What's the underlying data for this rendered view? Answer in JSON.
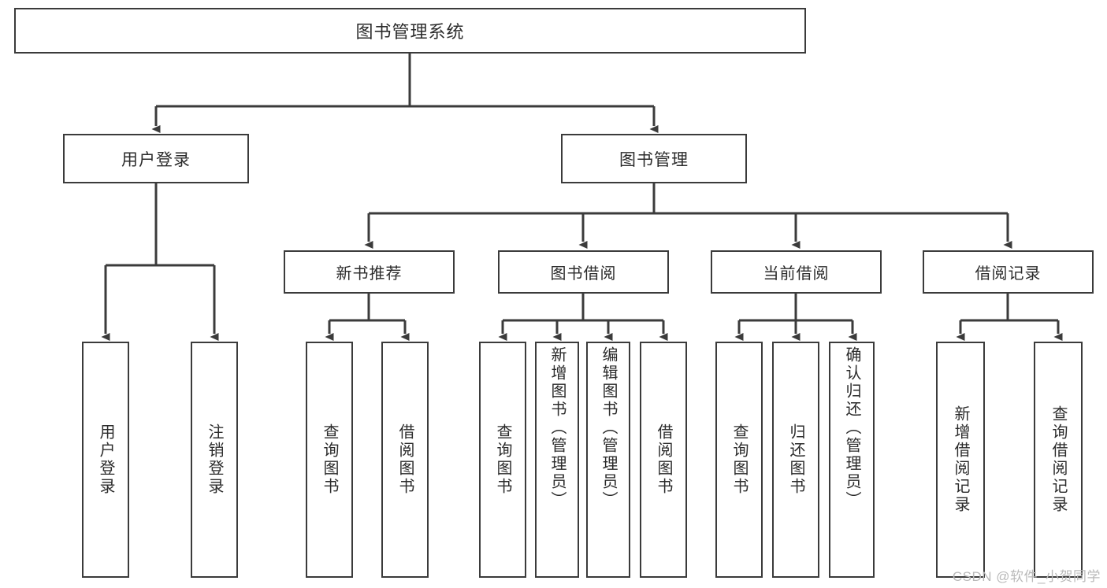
{
  "diagram": {
    "title": "图书管理系统",
    "type": "tree-hierarchy-diagram",
    "watermark": "CSDN @软件_小贺同学",
    "colors": {
      "box_border": "#3b3b3b",
      "box_fill": "#ffffff",
      "edge": "#3b3b3b",
      "text": "#2b2b2b",
      "watermark": "#b9b9b9",
      "background": "#ffffff"
    }
  },
  "root": {
    "label": "图书管理系统"
  },
  "level2": [
    {
      "id": "user-login",
      "label": "用户登录"
    },
    {
      "id": "book-manage",
      "label": "图书管理"
    }
  ],
  "level3": [
    {
      "id": "new-book-recommend",
      "label": "新书推荐"
    },
    {
      "id": "book-borrow",
      "label": "图书借阅"
    },
    {
      "id": "current-borrow",
      "label": "当前借阅"
    },
    {
      "id": "borrow-record",
      "label": "借阅记录"
    }
  ],
  "leaves": [
    {
      "id": "leaf-user-login",
      "label": "用户登录",
      "parent": "user-login"
    },
    {
      "id": "leaf-logout-login",
      "label": "注销登录",
      "parent": "user-login"
    },
    {
      "id": "leaf-query-book-1",
      "label": "查询图书",
      "parent": "new-book-recommend"
    },
    {
      "id": "leaf-borrow-book-1",
      "label": "借阅图书",
      "parent": "new-book-recommend"
    },
    {
      "id": "leaf-query-book-2",
      "label": "查询图书",
      "parent": "book-borrow"
    },
    {
      "id": "leaf-add-book",
      "label": "新增图书（管理员）",
      "parent": "book-borrow"
    },
    {
      "id": "leaf-edit-book",
      "label": "编辑图书（管理员）",
      "parent": "book-borrow"
    },
    {
      "id": "leaf-borrow-book-2",
      "label": "借阅图书",
      "parent": "book-borrow"
    },
    {
      "id": "leaf-query-book-3",
      "label": "查询图书",
      "parent": "current-borrow"
    },
    {
      "id": "leaf-return-book",
      "label": "归还图书",
      "parent": "current-borrow"
    },
    {
      "id": "leaf-confirm-return",
      "label": "确认归还（管理员）",
      "parent": "current-borrow"
    },
    {
      "id": "leaf-add-record",
      "label": "新增借阅记录",
      "parent": "borrow-record"
    },
    {
      "id": "leaf-query-record",
      "label": "查询借阅记录",
      "parent": "borrow-record"
    }
  ]
}
